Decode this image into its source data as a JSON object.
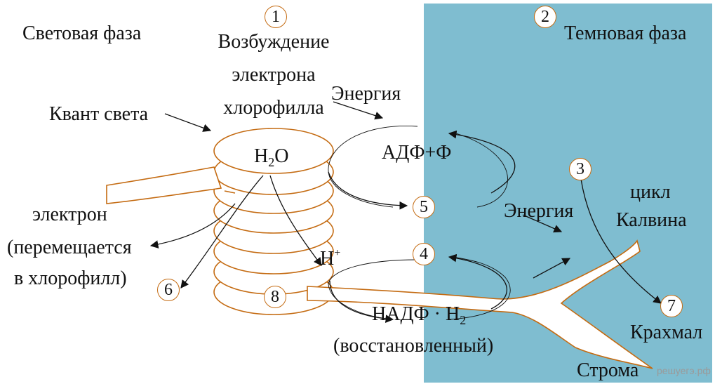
{
  "title_light": "Световая фаза",
  "title_dark": "Темновая фаза",
  "markers": [
    "1",
    "2",
    "3",
    "4",
    "5",
    "6",
    "7",
    "8"
  ],
  "labels": {
    "excitation": [
      "Возбуждение",
      "электрона",
      "хлорофилла"
    ],
    "quantum": "Квант света",
    "energy": "Энергия",
    "adp": "АДФ+Ф",
    "water_h": "H",
    "water_sub": "2",
    "water_o": "O",
    "electron": [
      "электрон",
      "(перемещается",
      "в хлорофилл)"
    ],
    "proton": "H",
    "proton_sup": "+",
    "nadph_main": "НАДФ · H",
    "nadph_sub": "2",
    "nadph_note": "(восстановленный)",
    "calvin": [
      "цикл",
      "Калвина"
    ],
    "starch": "Крахмал",
    "stroma": "Строма"
  },
  "colors": {
    "dark_phase": "#7fbdd0",
    "membrane": "#c46b12",
    "ink": "#111111"
  },
  "watermark": "решуегэ.рф"
}
